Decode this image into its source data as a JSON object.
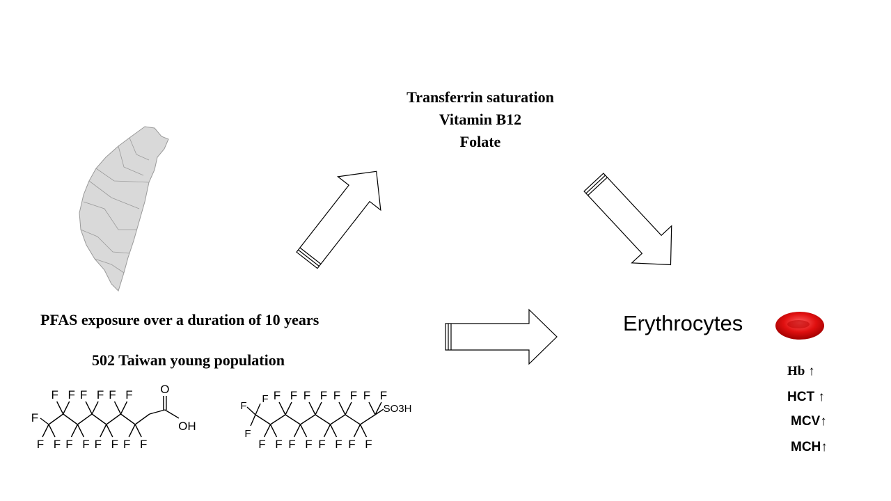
{
  "mediators": [
    "Transferrin saturation",
    "Vitamin B12",
    "Folate"
  ],
  "exposure_label": "PFAS exposure over a duration of 10 years",
  "population_label": "502 Taiwan young population",
  "outcome_label": "Erythrocytes",
  "markers": [
    "Hb ↑",
    "HCT ↑",
    "MCV↑",
    "MCH↑"
  ],
  "structures": {
    "atom": "F",
    "pfoa_groups": {
      "carbonyl_o": "O",
      "hydroxyl": "OH"
    },
    "pfos_group": "SO3H"
  },
  "colors": {
    "map_fill": "#d9d9d9",
    "map_stroke": "#9a9a9a",
    "rbc": "#e01010"
  }
}
